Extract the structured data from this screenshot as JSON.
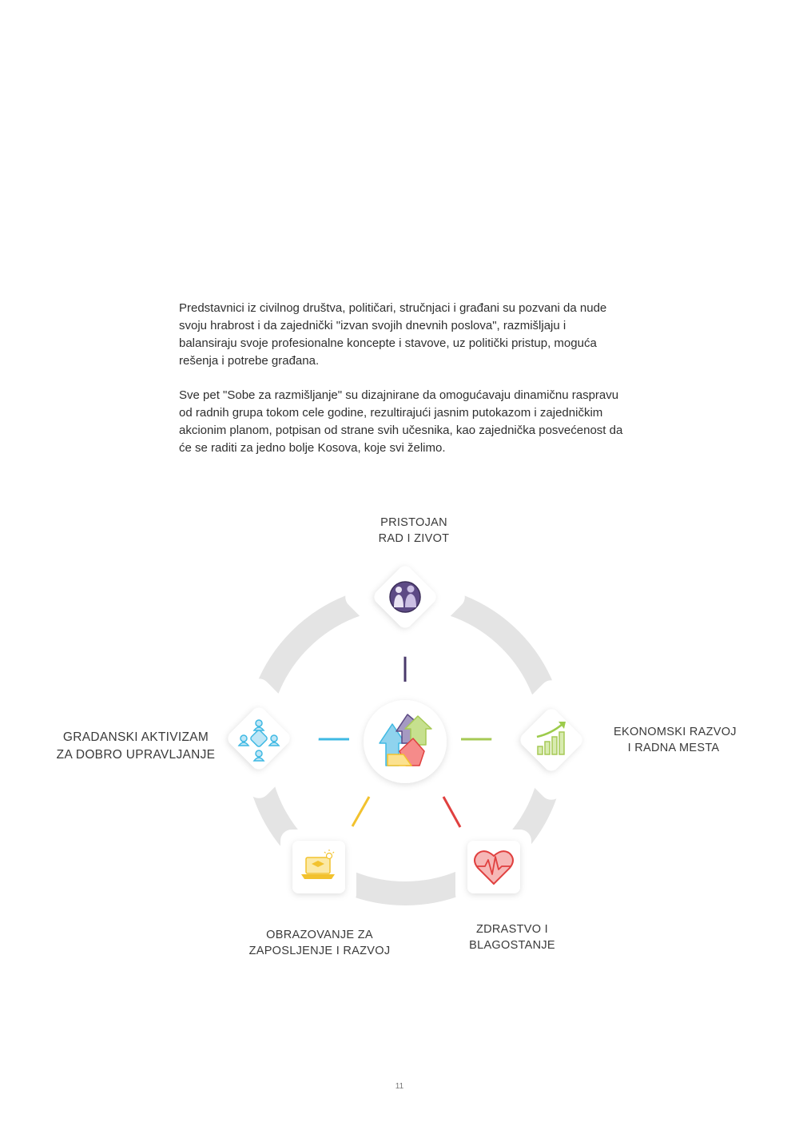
{
  "paragraphs": [
    "Predstavnici iz civilnog društva, političari, stručnjaci i građani su pozvani da nude svoju hrabrost i da zajednički \"izvan svojih dnevnih poslova\", razmišljaju i balansiraju svoje profesionalne koncepte i stavove, uz politički pristup, moguća rešenja i potrebe građana.",
    "Sve pet \"Sobe za razmišljanje\" su dizajnirane da omogućavaju dinamičnu raspravu od radnih grupa tokom cele godine, rezultirajući jasnim putokazom i zajedničkim akcionim planom, potpisan od strane svih učesnika, kao zajednička posvećenost da će se raditi za jedno bolje Kosova, koje svi želimo."
  ],
  "diagram": {
    "nodes": {
      "top": {
        "line1": "PRISTOJAN",
        "line2": "RAD I ZIVOT",
        "icon": "family-circle-icon",
        "color": "#4a3a6b"
      },
      "right": {
        "line1": "EKONOMSKI RAZVOJ",
        "line2": "I RADNA  MESTA",
        "icon": "growth-chart-icon",
        "color": "#a6c955"
      },
      "left": {
        "line1": "GRADANSKI AKTIVIZAM",
        "line2": "ZA DOBRO UPRAVLJANJE",
        "icon": "people-network-icon",
        "color": "#3fb9e3"
      },
      "bottom_left": {
        "line1": "OBRAZOVANJE ZA",
        "line2": "ZAPOSLJENJE I RAZVOJ",
        "icon": "laptop-education-icon",
        "color": "#f2c22e"
      },
      "bottom_right": {
        "line1": "ZDRASTVO I",
        "line2": "BLAGOSTANJE",
        "icon": "heart-pulse-icon",
        "color": "#e0403f"
      }
    },
    "center_icon": "house-arrows-icon",
    "ring_color": "#e4e4e4"
  },
  "page_number": "11"
}
